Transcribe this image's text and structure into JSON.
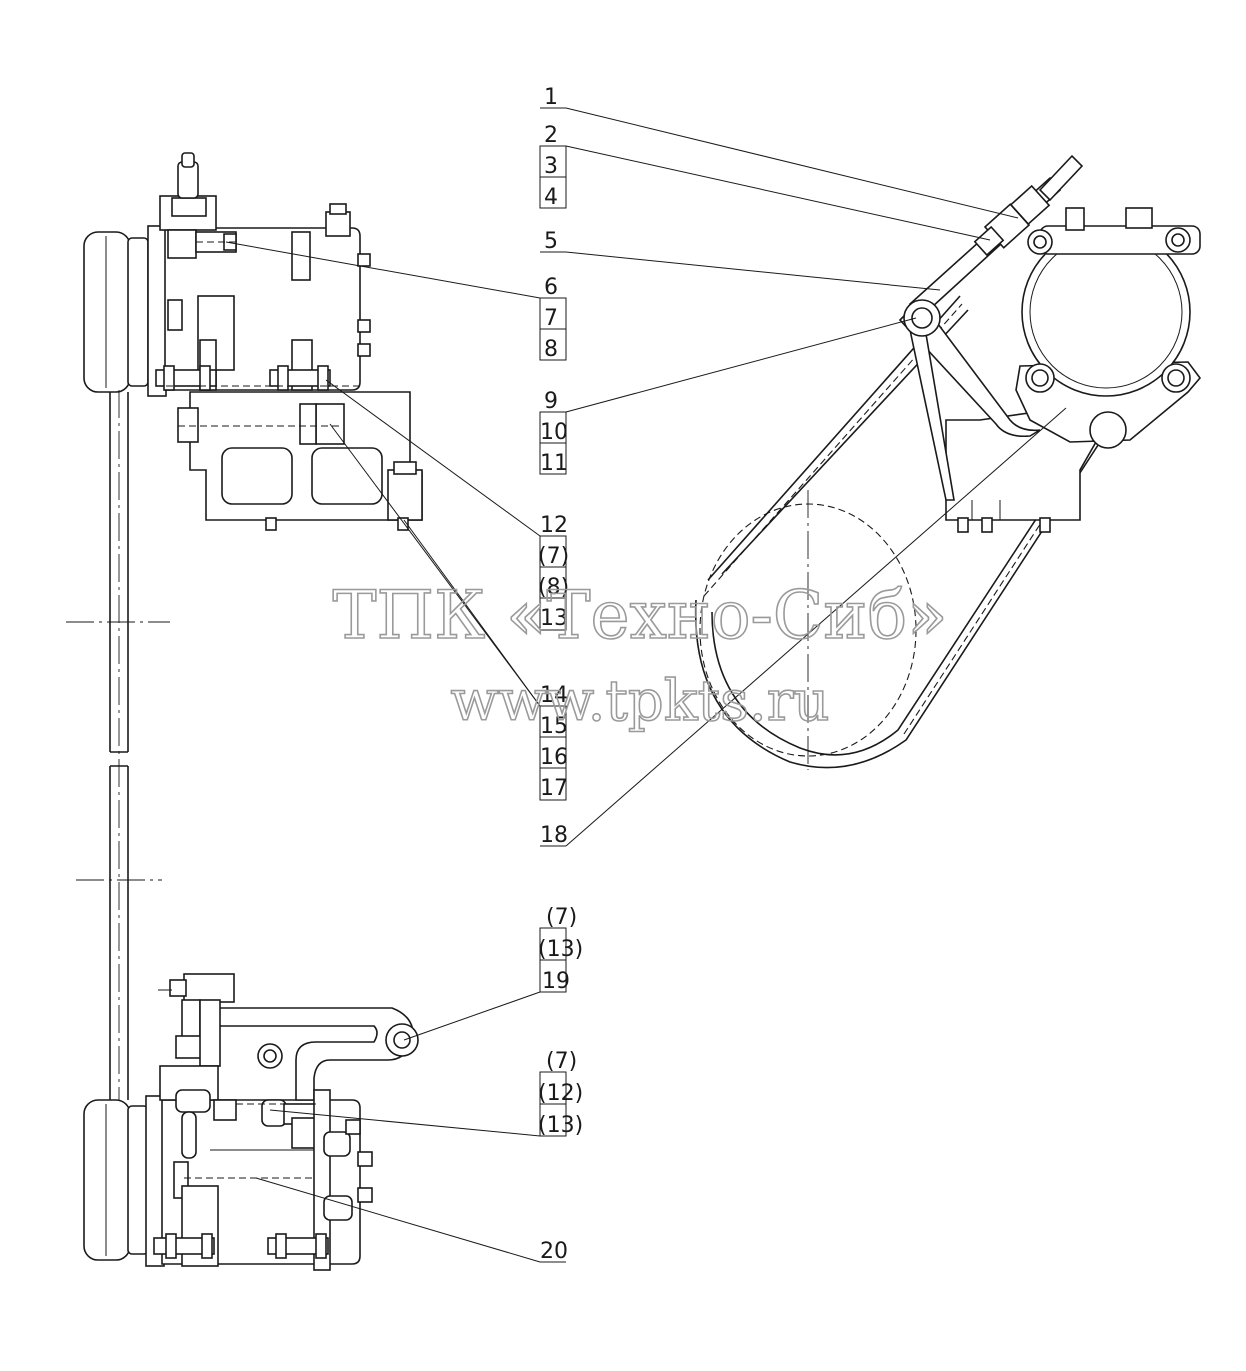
{
  "callouts": {
    "c1": "1",
    "c2": "2",
    "c3": "3",
    "c4": "4",
    "c5": "5",
    "c6": "6",
    "c7": "7",
    "c8": "8",
    "c9": "9",
    "c10": "10",
    "c11": "11",
    "c12": "12",
    "c12b": "(7)",
    "c12c": "(8)",
    "c12d": "13",
    "c14": "14",
    "c15": "15",
    "c16": "16",
    "c17": "17",
    "c18": "18",
    "c19a": "(7)",
    "c19b": "(13)",
    "c19c": "19",
    "c20a": "(7)",
    "c20b": "(12)",
    "c20c": "(13)",
    "c20": "20"
  },
  "watermark": {
    "line1": "ТПК «Техно-Сиб»",
    "line2": "www.tpkts.ru"
  }
}
